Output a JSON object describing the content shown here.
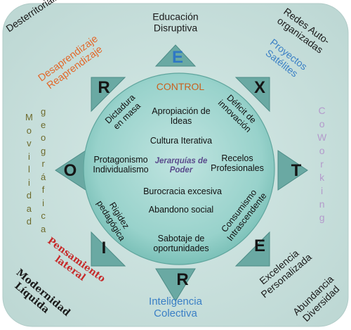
{
  "diagram": {
    "center": {
      "title": "CONTROL",
      "core": "Jerarquías de Poder",
      "items": [
        "Apropiación de Ideas",
        "Cultura Iterativa",
        "Protagonismo Individualismo",
        "Recelos Profesionales",
        "Burocracia excesiva",
        "Abandono social",
        "Sabotaje de oportunidades"
      ],
      "rotated_items": [
        "Dictadura en masa",
        "Déficit de innovación",
        "Rigidez pedagógica",
        "Consumismo Intrascendente"
      ]
    },
    "letters": [
      "E",
      "X",
      "T",
      "E",
      "R",
      "I",
      "O",
      "R"
    ],
    "outer_labels": {
      "top": "Educación Disruptiva",
      "top_right": "Proyectos Satélites",
      "right": "CoWorking",
      "bottom_right": "Excelencia Personalizada",
      "bottom": "Inteligencia Colectiva",
      "bottom_left": "Pensamiento lateral",
      "left": "Movilidad geográfica",
      "top_left": "Desaprendizaje Reaprendizaje"
    },
    "corners": {
      "top_left": "Desterritorialización",
      "top_right": "Redes Auto-organizadas",
      "bottom_left": "Modernidad Líquida",
      "bottom_right": "Abundancia Diversidad"
    },
    "colors": {
      "background": "#c6dedb",
      "circle_inner": "#c0e4e0",
      "circle_outer": "#6fb9b0",
      "triangle": "#6aa9a3",
      "control_title": "#c8611e",
      "core": "#5a4b8c",
      "letter_e_top": "#2f78c4",
      "orange": "#e2692b",
      "blue": "#3a7fc5",
      "purple": "#b39acb",
      "olive": "#6d6a2c",
      "red": "#c62a2a"
    }
  }
}
